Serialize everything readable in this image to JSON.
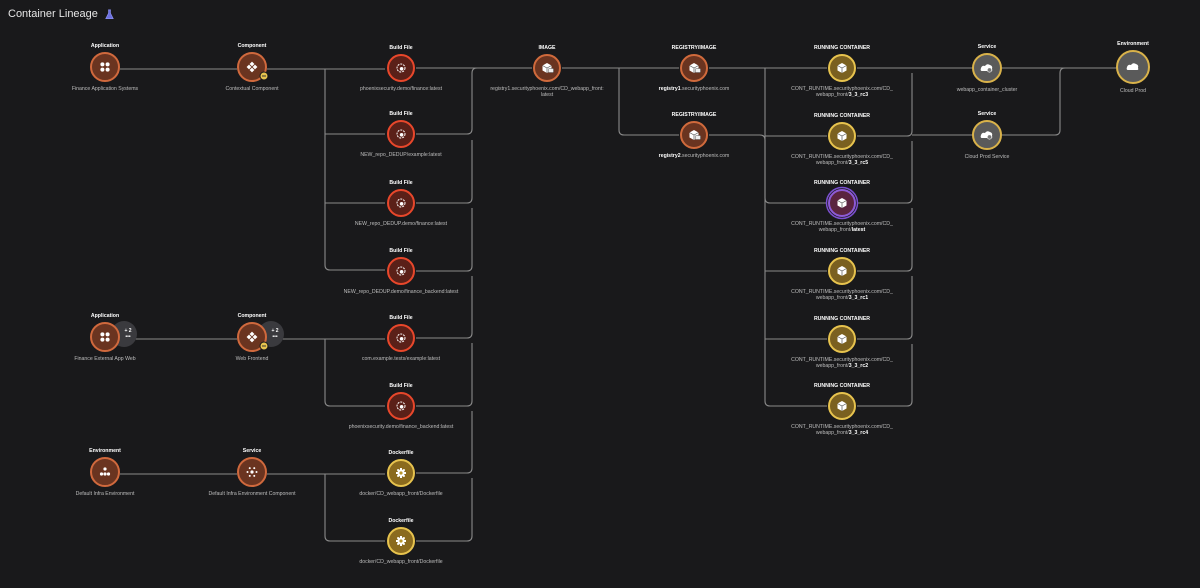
{
  "header": {
    "title": "Container Lineage",
    "icon": "flask-icon"
  },
  "colors": {
    "background": "#19191b",
    "edge": "#8a8a8a",
    "app_ring": "#d0693d",
    "build_ring": "#e8472b",
    "yellow_ring": "#e7c34e",
    "registry_ring": "#d06a3c",
    "selected_ring": "#8d5ad6",
    "env_ring": "#d9b24a"
  },
  "nodes": [
    {
      "id": "app1",
      "kind": "app",
      "category": "Application",
      "label": "Finance Application Systems",
      "icon": "grid-icon"
    },
    {
      "id": "comp1",
      "kind": "component",
      "category": "Component",
      "label": "Contextual Component",
      "icon": "component-icon"
    },
    {
      "id": "bf1",
      "kind": "build",
      "category": "Build File",
      "label": "phoenixsecurity.demo/finance:latest",
      "icon": "build-icon"
    },
    {
      "id": "bf2",
      "kind": "build",
      "category": "Build File",
      "label": "NEW_repo_DEDUP/example:latest",
      "icon": "build-icon"
    },
    {
      "id": "bf3",
      "kind": "build",
      "category": "Build File",
      "label": "NEW_repo_DEDUP.demo/finance:latest",
      "icon": "build-icon"
    },
    {
      "id": "bf4",
      "kind": "build",
      "category": "Build File",
      "label": "NEW_repo_DEDUP.demo/finance_backend:latest",
      "icon": "build-icon"
    },
    {
      "id": "app2",
      "kind": "app",
      "category": "Application",
      "label": "Finance External App Web",
      "icon": "grid-icon",
      "badge": "+ 2"
    },
    {
      "id": "comp2",
      "kind": "component",
      "category": "Component",
      "label": "Web Frontend",
      "icon": "component-icon",
      "badge": "+ 2"
    },
    {
      "id": "bf5",
      "kind": "build",
      "category": "Build File",
      "label": "com.example.tests/example:latest",
      "icon": "build-icon"
    },
    {
      "id": "bf6",
      "kind": "build",
      "category": "Build File",
      "label": "phoenixsecurity.demo/finance_backend:latest",
      "icon": "build-icon"
    },
    {
      "id": "env1",
      "kind": "envdots",
      "category": "Environment",
      "label": "Default Infra Environment",
      "icon": "dots-icon"
    },
    {
      "id": "svc1",
      "kind": "svcinfra",
      "category": "Service",
      "label": "Default Infra Environment Component",
      "icon": "network-icon"
    },
    {
      "id": "df1",
      "kind": "docker",
      "category": "Dockerfile",
      "label": "docker/CD_webapp_front/Dockerfile",
      "icon": "gear-icon"
    },
    {
      "id": "df2",
      "kind": "docker",
      "category": "Dockerfile",
      "label": "docker/CD_webapp_front/Dockerfile",
      "icon": "gear-icon"
    },
    {
      "id": "img1",
      "kind": "image",
      "category": "IMAGE",
      "label": "registry1.securityphoenix.com/CD_webapp_front:",
      "label2": "latest",
      "icon": "image-icon"
    },
    {
      "id": "reg1",
      "kind": "registry",
      "category": "REGISTRY/IMAGE",
      "label_bold": "registry1",
      "label": ".securityphoenix.com",
      "icon": "registry-icon"
    },
    {
      "id": "reg2",
      "kind": "registry",
      "category": "REGISTRY/IMAGE",
      "label_bold": "registry2",
      "label": ".securityphoenix.com",
      "icon": "registry-icon"
    },
    {
      "id": "rc1",
      "kind": "container",
      "category": "RUNNING CONTAINER",
      "label": "CONT_RUNTIME.securityphoenix.com/CD_",
      "label2": "webapp_front/",
      "label2_bold": "3_3_rc3",
      "icon": "container-icon"
    },
    {
      "id": "rc2",
      "kind": "container",
      "category": "RUNNING CONTAINER",
      "label": "CONT_RUNTIME.securityphoenix.com/CD_",
      "label2": "webapp_front/",
      "label2_bold": "3_3_rc5",
      "icon": "container-icon"
    },
    {
      "id": "rc3",
      "kind": "container-sel",
      "category": "RUNNING CONTAINER",
      "label": "CONT_RUNTIME.securityphoenix.com/CD_",
      "label2": "webapp_front/",
      "label2_bold": "latest",
      "icon": "container-icon"
    },
    {
      "id": "rc4",
      "kind": "container",
      "category": "RUNNING CONTAINER",
      "label": "CONT_RUNTIME.securityphoenix.com/CD_",
      "label2": "webapp_front/",
      "label2_bold": "3_3_rc1",
      "icon": "container-icon"
    },
    {
      "id": "rc5",
      "kind": "container",
      "category": "RUNNING CONTAINER",
      "label": "CONT_RUNTIME.securityphoenix.com/CD_",
      "label2": "webapp_front/",
      "label2_bold": "3_3_rc2",
      "icon": "container-icon"
    },
    {
      "id": "rc6",
      "kind": "container",
      "category": "RUNNING CONTAINER",
      "label": "CONT_RUNTIME.securityphoenix.com/CD_",
      "label2": "webapp_front/",
      "label2_bold": "3_3_rc4",
      "icon": "container-icon"
    },
    {
      "id": "svc2",
      "kind": "service",
      "category": "Service",
      "label": "webapp_container_cluster",
      "icon": "cloud-gear-icon"
    },
    {
      "id": "svc3",
      "kind": "service",
      "category": "Service",
      "label": "Cloud Prod Service",
      "icon": "cloud-gear-icon"
    },
    {
      "id": "env2",
      "kind": "env",
      "category": "Environment",
      "label": "Cloud Prod",
      "icon": "cloud-icon"
    }
  ]
}
